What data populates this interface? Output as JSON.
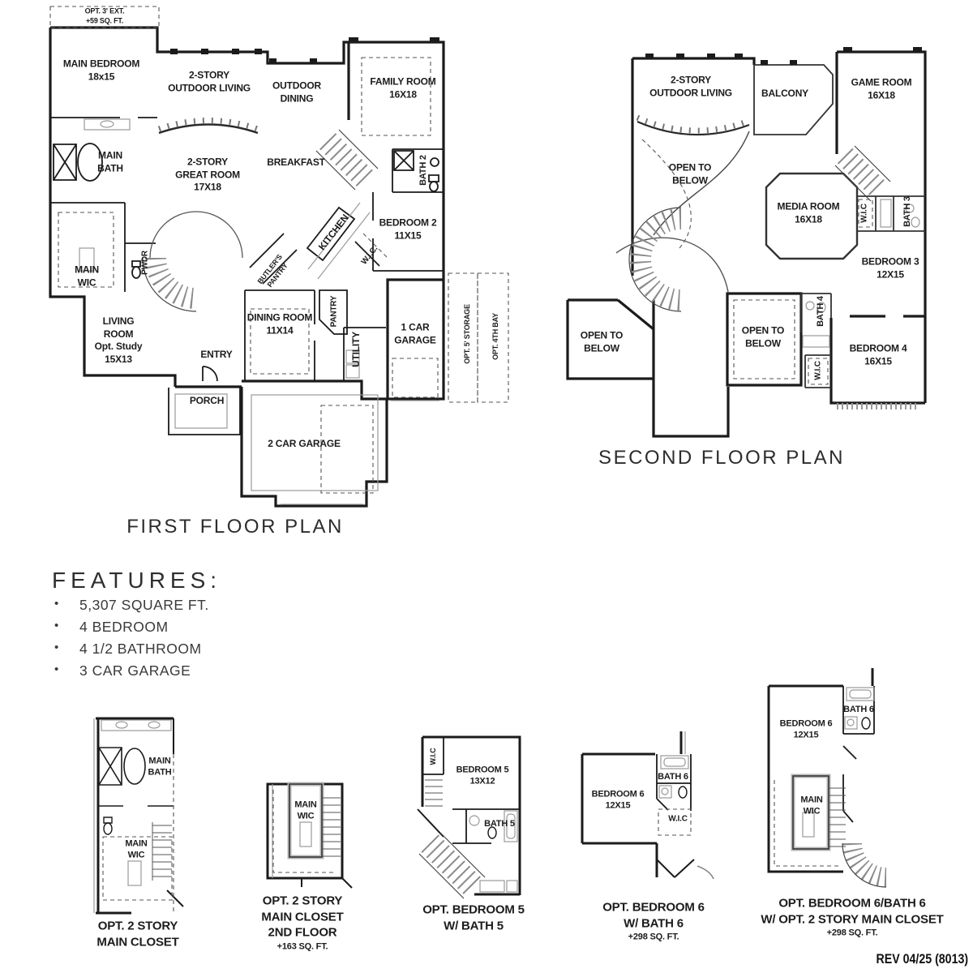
{
  "style": {
    "background": "#ffffff",
    "line_color": "#1b1b1b",
    "text_color": "#1c1c1c"
  },
  "first_floor": {
    "title": "FIRST FLOOR PLAN",
    "labels": {
      "opt_ext_l1": "OPT. 3' EXT.",
      "opt_ext_l2": "+59 SQ. FT.",
      "main_bedroom_l1": "MAIN BEDROOM",
      "main_bedroom_l2": "18x15",
      "outdoor_living_l1": "2-STORY",
      "outdoor_living_l2": "OUTDOOR LIVING",
      "outdoor_dining_l1": "OUTDOOR",
      "outdoor_dining_l2": "DINING",
      "family_room_l1": "FAMILY ROOM",
      "family_room_l2": "16X18",
      "main_bath_l1": "MAIN",
      "main_bath_l2": "BATH",
      "great_room_l1": "2-STORY",
      "great_room_l2": "GREAT ROOM",
      "great_room_l3": "17X18",
      "breakfast": "BREAKFAST",
      "bath2": "BATH 2",
      "kitchen": "KITCHEN",
      "bedroom2_l1": "BEDROOM 2",
      "bedroom2_l2": "11X15",
      "wic_diag": "W.I.C.",
      "main_wic_l1": "MAIN",
      "main_wic_l2": "WIC",
      "pwdr": "PWDR",
      "butlers_pantry_l1": "BUTLER'S",
      "butlers_pantry_l2": "PANTRY",
      "living_room_l1": "LIVING",
      "living_room_l2": "ROOM",
      "living_room_l3": "Opt. Study",
      "living_room_l4": "15X13",
      "entry": "ENTRY",
      "dining_room_l1": "DINING ROOM",
      "dining_room_l2": "11X14",
      "pantry": "PANTRY",
      "utility": "UTILITY",
      "one_car_garage_l1": "1 CAR",
      "one_car_garage_l2": "GARAGE",
      "opt_storage": "OPT. 5' STORAGE",
      "opt_4th_bay": "OPT. 4TH BAY",
      "porch": "PORCH",
      "two_car_garage": "2 CAR GARAGE"
    }
  },
  "second_floor": {
    "title": "SECOND FLOOR PLAN",
    "labels": {
      "outdoor_living_l1": "2-STORY",
      "outdoor_living_l2": "OUTDOOR LIVING",
      "balcony": "BALCONY",
      "game_room_l1": "GAME ROOM",
      "game_room_l2": "16X18",
      "open_below_1_l1": "OPEN TO",
      "open_below_1_l2": "BELOW",
      "media_room_l1": "MEDIA ROOM",
      "media_room_l2": "16X18",
      "wic_upper": "W.I.C",
      "bath3": "BATH 3",
      "bedroom3_l1": "BEDROOM 3",
      "bedroom3_l2": "12X15",
      "open_below_2_l1": "OPEN TO",
      "open_below_2_l2": "BELOW",
      "open_below_3_l1": "OPEN TO",
      "open_below_3_l2": "BELOW",
      "bath4": "BATH 4",
      "wic_lower": "W.I.C",
      "bedroom4_l1": "BEDROOM 4",
      "bedroom4_l2": "16X15"
    }
  },
  "features": {
    "title": "FEATURES:",
    "items": [
      "5,307 SQUARE FT.",
      "4 BEDROOM",
      "4 1/2 BATHROOM",
      "3 CAR GARAGE"
    ]
  },
  "options": {
    "closet_first": {
      "caption_l1": "OPT. 2 STORY",
      "caption_l2": "MAIN CLOSET",
      "labels": {
        "main_bath_l1": "MAIN",
        "main_bath_l2": "BATH",
        "main_wic_l1": "MAIN",
        "main_wic_l2": "WIC"
      }
    },
    "closet_second": {
      "caption_l1": "OPT. 2 STORY",
      "caption_l2": "MAIN CLOSET",
      "caption_l3": "2ND FLOOR",
      "caption_l4": "+163 SQ. FT.",
      "labels": {
        "main_wic_l1": "MAIN",
        "main_wic_l2": "WIC"
      }
    },
    "bedroom5": {
      "caption_l1": "OPT. BEDROOM 5",
      "caption_l2": "W/ BATH 5",
      "labels": {
        "wic": "W.I.C",
        "bedroom5_l1": "BEDROOM 5",
        "bedroom5_l2": "13X12",
        "bath5": "BATH 5"
      }
    },
    "bedroom6": {
      "caption_l1": "OPT. BEDROOM 6",
      "caption_l2": "W/ BATH 6",
      "caption_l3": "+298 SQ. FT.",
      "labels": {
        "bedroom6_l1": "BEDROOM 6",
        "bedroom6_l2": "12X15",
        "bath6": "BATH 6",
        "wic": "W.I.C"
      }
    },
    "bedroom6_closet": {
      "caption_l1": "OPT. BEDROOM 6/BATH 6",
      "caption_l2": "W/ OPT. 2 STORY MAIN CLOSET",
      "caption_l3": "+298 SQ. FT.",
      "labels": {
        "bedroom6_l1": "BEDROOM 6",
        "bedroom6_l2": "12X15",
        "bath6": "BATH 6",
        "main_wic_l1": "MAIN",
        "main_wic_l2": "WIC"
      }
    }
  },
  "rev": "REV 04/25 (8013)"
}
